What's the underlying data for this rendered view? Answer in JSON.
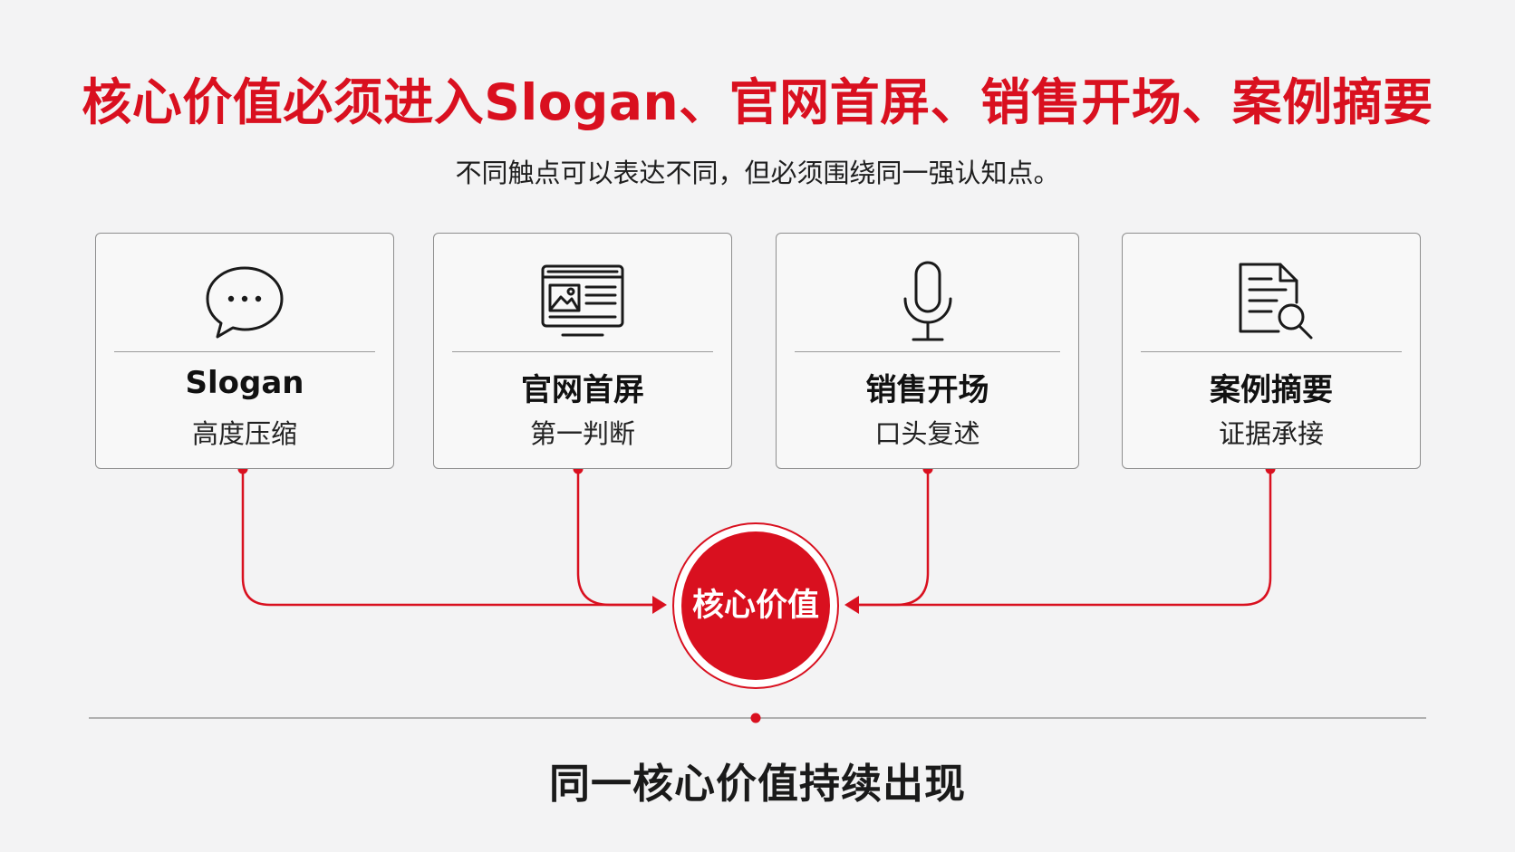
{
  "headline": "核心价值必须进入Slogan、官网首屏、销售开场、案例摘要",
  "subheadline": "不同触点可以表达不同，但必须围绕同一强认知点。",
  "cards": [
    {
      "title": "Slogan",
      "subtitle": "高度压缩",
      "icon": "speech-bubble-icon"
    },
    {
      "title": "官网首屏",
      "subtitle": "第一判断",
      "icon": "website-screen-icon"
    },
    {
      "title": "销售开场",
      "subtitle": "口头复述",
      "icon": "microphone-icon"
    },
    {
      "title": "案例摘要",
      "subtitle": "证据承接",
      "icon": "document-search-icon"
    }
  ],
  "core": {
    "label": "核心价值"
  },
  "footer": "同一核心价值持续出现",
  "colors": {
    "accent": "#d9101f",
    "text": "#1a1a1a",
    "background": "#f3f3f4",
    "border": "#8e8e8e"
  }
}
